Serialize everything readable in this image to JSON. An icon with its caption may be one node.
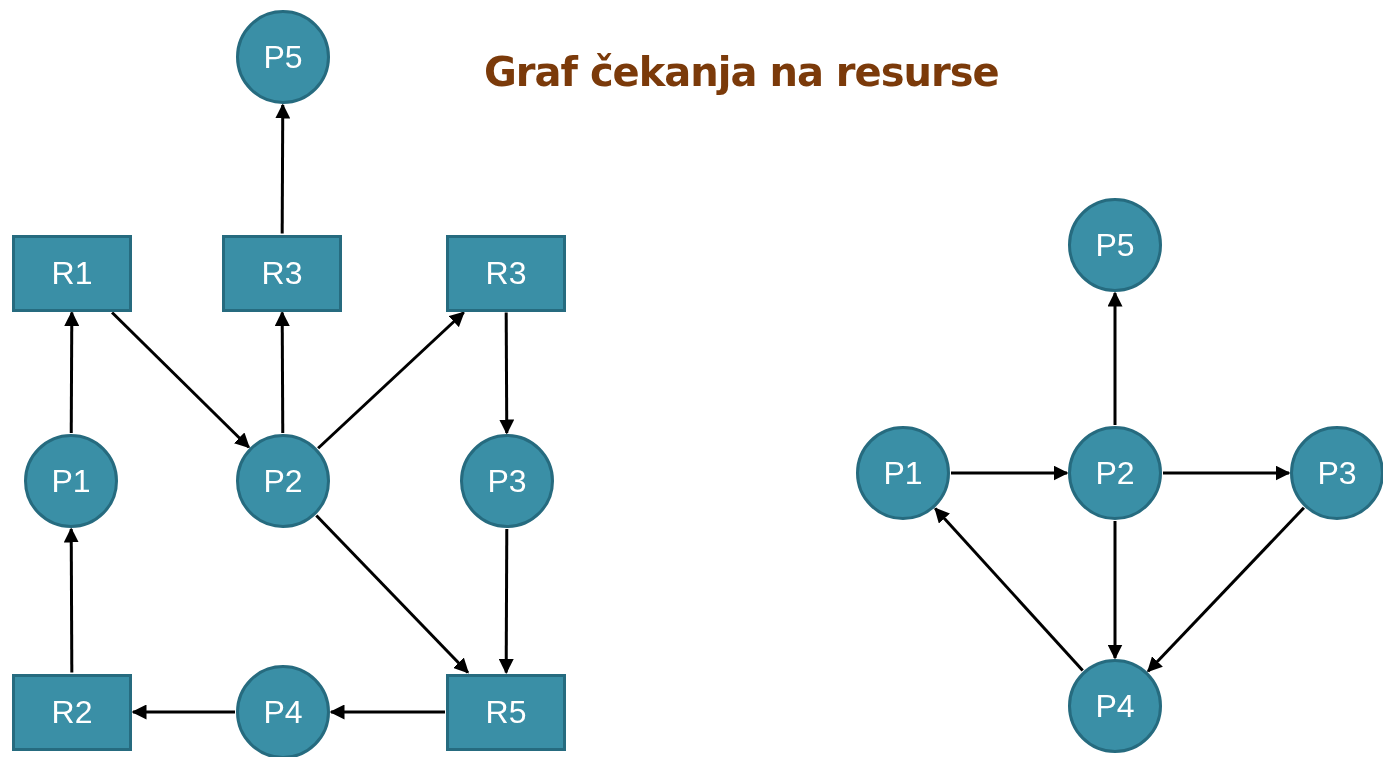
{
  "diagram": {
    "title": "Graf čekanja na resurse",
    "nodes": [
      {
        "text": [
          "P5"
        ]
      },
      {
        "text": [
          "R1"
        ]
      },
      {
        "text": [
          "R3"
        ]
      },
      {
        "text": [
          "R3"
        ]
      },
      {
        "text": [
          "P1"
        ]
      },
      {
        "text": [
          "P2"
        ]
      },
      {
        "text": [
          "P3"
        ]
      },
      {
        "text": [
          "R2"
        ]
      },
      {
        "text": [
          "P4"
        ]
      },
      {
        "text": [
          "R5"
        ]
      },
      {
        "text": [
          "P5"
        ]
      },
      {
        "text": [
          "P1"
        ]
      },
      {
        "text": [
          "P2"
        ]
      },
      {
        "text": [
          "P3"
        ]
      },
      {
        "text": [
          "P4"
        ]
      }
    ],
    "edges": [
      {
        "from": 2,
        "to": 0,
        "arrow": "to"
      },
      {
        "from": 4,
        "to": 1,
        "arrow": "to"
      },
      {
        "from": 1,
        "to": 5,
        "arrow": "to"
      },
      {
        "from": 5,
        "to": 2,
        "arrow": "to"
      },
      {
        "from": 5,
        "to": 3,
        "arrow": "to"
      },
      {
        "from": 3,
        "to": 6,
        "arrow": "to"
      },
      {
        "from": 5,
        "to": 9,
        "arrow": "to"
      },
      {
        "from": 6,
        "to": 9,
        "arrow": "to"
      },
      {
        "from": 9,
        "to": 8,
        "arrow": "to"
      },
      {
        "from": 8,
        "to": 7,
        "arrow": "to"
      },
      {
        "from": 7,
        "to": 4,
        "arrow": "to"
      },
      {
        "from": 12,
        "to": 10,
        "arrow": "to"
      },
      {
        "from": 11,
        "to": 12,
        "arrow": "to"
      },
      {
        "from": 12,
        "to": 13,
        "arrow": "to"
      },
      {
        "from": 12,
        "to": 14,
        "arrow": "to"
      },
      {
        "from": 13,
        "to": 14,
        "arrow": "to"
      },
      {
        "from": 14,
        "to": 11,
        "arrow": "to"
      }
    ]
  }
}
